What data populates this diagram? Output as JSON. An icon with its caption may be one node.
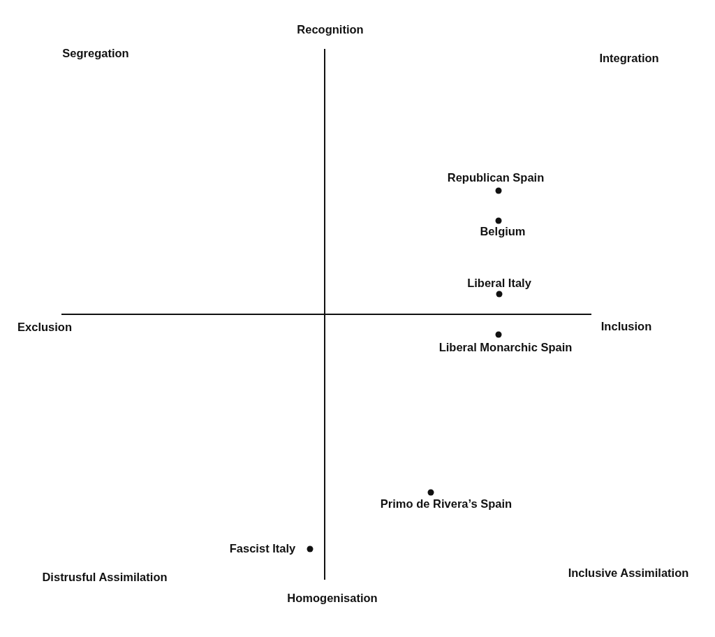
{
  "diagram": {
    "labels": [
      "Recognition",
      "Segregation",
      "Integration",
      "Republican Spain",
      "Belgium",
      "Liberal Italy",
      "Exclusion",
      "Inclusion",
      "Liberal Monarchic Spain",
      "Primo de Rivera’s Spain",
      "Fascist Italy",
      "Distrusful Assimilation",
      "Inclusive Assimilation",
      "Homogenisation"
    ]
  }
}
